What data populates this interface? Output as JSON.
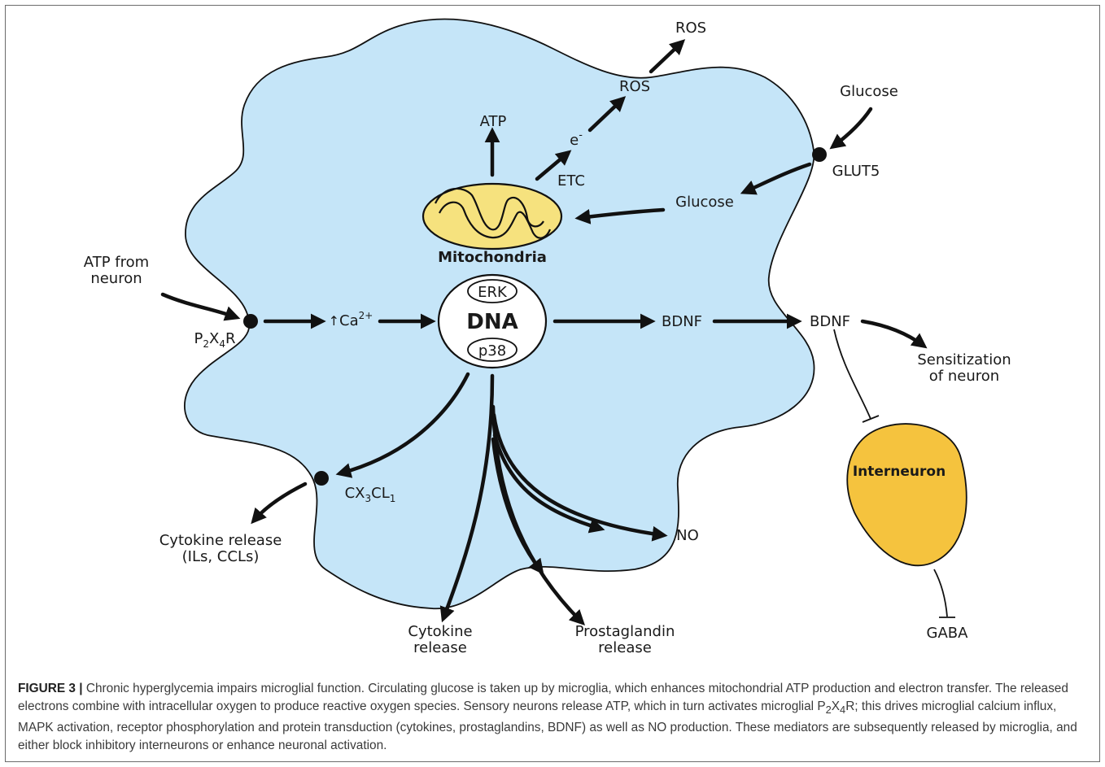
{
  "diagram": {
    "cell": {
      "fill": "#c5e5f8"
    },
    "mitochondria": {
      "label": "Mitochondria",
      "fill": "#f6e27e"
    },
    "nucleus": {
      "title": "DNA",
      "kinase_top": "ERK",
      "kinase_bottom": "p38"
    },
    "labels": {
      "ros_outer": "ROS",
      "ros_inner": "ROS",
      "atp": "ATP",
      "electron": "e",
      "electron_sup": "-",
      "etc": "ETC",
      "glucose_outer": "Glucose",
      "glucose_inner": "Glucose",
      "glut5": "GLUT5",
      "atp_from_line1": "ATP from",
      "atp_from_line2": "neuron",
      "receptor_p": "P",
      "receptor_2": "2",
      "receptor_x": "X",
      "receptor_4": "4",
      "receptor_r": "R",
      "calcium_arrow": "↑",
      "calcium": "Ca",
      "calcium_sup": "2+",
      "bdnf_inner": "BDNF",
      "bdnf_outer": "BDNF",
      "sensitization_line1": "Sensitization",
      "sensitization_line2": "of neuron",
      "interneuron": "Interneuron",
      "gaba": "GABA",
      "cx3cl1_cx": "CX",
      "cx3cl1_3": "3",
      "cx3cl1_cl": "CL",
      "cx3cl1_1": "1",
      "cytokine_outer_line1": "Cytokine release",
      "cytokine_outer_line2": "(ILs, CCLs)",
      "no": "NO",
      "cytokine_bottom_line1": "Cytokine",
      "cytokine_bottom_line2": "release",
      "prostaglandin_line1": "Prostaglandin",
      "prostaglandin_line2": "release"
    },
    "interneuron_fill": "#f5c33e"
  },
  "caption": {
    "figure_number": "FIGURE 3 |",
    "text_1": " Chronic hyperglycemia impairs microglial function. Circulating glucose is taken up by microglia, which enhances mitochondrial ATP production and electron transfer. The released electrons combine with intracellular oxygen to produce reactive oxygen species. Sensory neurons release ATP, which in turn activates microglial P",
    "sub_2": "2",
    "text_x": "X",
    "sub_4": "4",
    "text_2": "R; this drives microglial calcium influx, MAPK activation, receptor phosphorylation and protein transduction (cytokines, prostaglandins, BDNF) as well as NO production. These mediators are subsequently released by microglia, and either block inhibitory interneurons or enhance neuronal activation."
  }
}
